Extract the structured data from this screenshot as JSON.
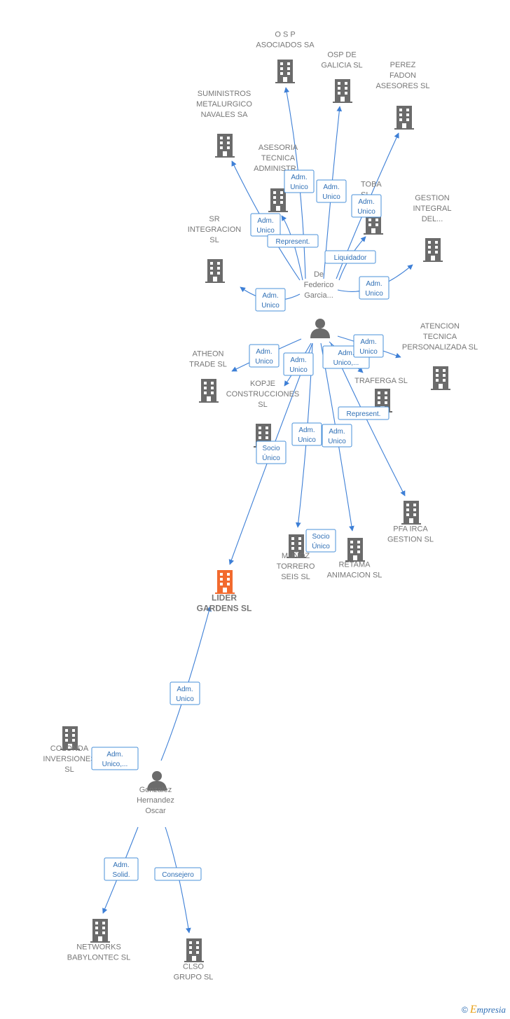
{
  "colors": {
    "building": "#6b6b6b",
    "focus_building": "#f26a2e",
    "person": "#6b6b6b",
    "edge": "#3d7fd6",
    "label": "#777777"
  },
  "nodes": [
    {
      "id": "osp_asociados",
      "kind": "company",
      "lines": [
        "O S P",
        "ASOCIADOS SA"
      ]
    },
    {
      "id": "osp_galicia",
      "kind": "company",
      "lines": [
        "OSP DE",
        "GALICIA  SL"
      ]
    },
    {
      "id": "perez_fadon",
      "kind": "company",
      "lines": [
        "PEREZ",
        "FADON",
        "ASESORES SL"
      ]
    },
    {
      "id": "suministros",
      "kind": "company",
      "lines": [
        "SUMINISTROS",
        "METALURGICO",
        "NAVALES SA"
      ]
    },
    {
      "id": "asesoria",
      "kind": "company",
      "lines": [
        "ASESORIA",
        "TECNICA",
        "ADMINISTR..."
      ]
    },
    {
      "id": "toba",
      "kind": "company",
      "lines": [
        "TOBA",
        "SL"
      ]
    },
    {
      "id": "gestion_integral",
      "kind": "company",
      "lines": [
        "GESTION",
        "INTEGRAL",
        "DEL..."
      ]
    },
    {
      "id": "sr_integracion",
      "kind": "company",
      "lines": [
        "SR",
        "INTEGRACION",
        "SL"
      ]
    },
    {
      "id": "de_federico",
      "kind": "person",
      "lines": [
        "De",
        "Federico",
        "Garcia..."
      ]
    },
    {
      "id": "atheon",
      "kind": "company",
      "lines": [
        "ATHEON",
        "TRADE  SL"
      ]
    },
    {
      "id": "atencion",
      "kind": "company",
      "lines": [
        "ATENCION",
        "TECNICA",
        "PERSONALIZADA SL"
      ]
    },
    {
      "id": "traferga",
      "kind": "company",
      "lines": [
        "TRAFERGA SL"
      ]
    },
    {
      "id": "kopje",
      "kind": "company",
      "lines": [
        "KOPJE",
        "CONSTRUCCIONES",
        "SL"
      ]
    },
    {
      "id": "pfa_irca",
      "kind": "company",
      "lines": [
        "PFA IRCA",
        "GESTION  SL"
      ]
    },
    {
      "id": "munoz",
      "kind": "company",
      "lines": [
        "MUÑOZ",
        "TORRERO",
        "SEIS  SL"
      ]
    },
    {
      "id": "retama",
      "kind": "company",
      "lines": [
        "RETAMA",
        "ANIMACION SL"
      ]
    },
    {
      "id": "lider",
      "kind": "focus",
      "lines": [
        "LIDER",
        "GARDENS  SL"
      ]
    },
    {
      "id": "colonda",
      "kind": "company",
      "lines": [
        "COLONDA",
        "INVERSIONES",
        "SL"
      ]
    },
    {
      "id": "gonzalez",
      "kind": "person",
      "lines": [
        "Gonzalez",
        "Hernandez",
        "Oscar"
      ]
    },
    {
      "id": "networks",
      "kind": "company",
      "lines": [
        "NETWORKS",
        "BABYLONTEC SL"
      ]
    },
    {
      "id": "clso",
      "kind": "company",
      "lines": [
        "CLSO",
        "GRUPO  SL"
      ]
    }
  ],
  "roles": [
    {
      "id": "r_osp_asoc",
      "lines": [
        "Adm.",
        "Unico"
      ]
    },
    {
      "id": "r_osp_gal",
      "lines": [
        "Adm.",
        "Unico"
      ]
    },
    {
      "id": "r_perez",
      "lines": [
        "Adm.",
        "Unico"
      ]
    },
    {
      "id": "r_sumin",
      "lines": [
        "Adm.",
        "Unico"
      ]
    },
    {
      "id": "r_asesoria",
      "lines": [
        "Represent."
      ]
    },
    {
      "id": "r_toba",
      "lines": [
        "Liquidador"
      ]
    },
    {
      "id": "r_gestion",
      "lines": [
        "Adm.",
        "Unico"
      ]
    },
    {
      "id": "r_sr",
      "lines": [
        "Adm.",
        "Unico"
      ]
    },
    {
      "id": "r_atheon",
      "lines": [
        "Adm.",
        "Unico"
      ]
    },
    {
      "id": "r_kopje",
      "lines": [
        "Adm.",
        "Unico"
      ]
    },
    {
      "id": "r_traferga",
      "lines": [
        "Adm.",
        "Unico,..."
      ]
    },
    {
      "id": "r_atencion",
      "lines": [
        "Adm.",
        "Unico"
      ]
    },
    {
      "id": "r_pfa",
      "lines": [
        "Represent."
      ]
    },
    {
      "id": "r_munoz",
      "lines": [
        "Adm.",
        "Unico"
      ]
    },
    {
      "id": "r_retama",
      "lines": [
        "Adm.",
        "Unico"
      ]
    },
    {
      "id": "r_lider1",
      "lines": [
        "Socio",
        "Único"
      ]
    },
    {
      "id": "r_munoz2",
      "lines": [
        "Socio",
        "Único"
      ]
    },
    {
      "id": "r_lider2",
      "lines": [
        "Adm.",
        "Unico"
      ]
    },
    {
      "id": "r_colonda",
      "lines": [
        "Adm.",
        "Unico,..."
      ]
    },
    {
      "id": "r_networks",
      "lines": [
        "Adm.",
        "Solid."
      ]
    },
    {
      "id": "r_clso",
      "lines": [
        "Consejero"
      ]
    }
  ],
  "footer": {
    "copyright": "©",
    "brand_initial": "E",
    "brand_rest": "mpresia"
  }
}
